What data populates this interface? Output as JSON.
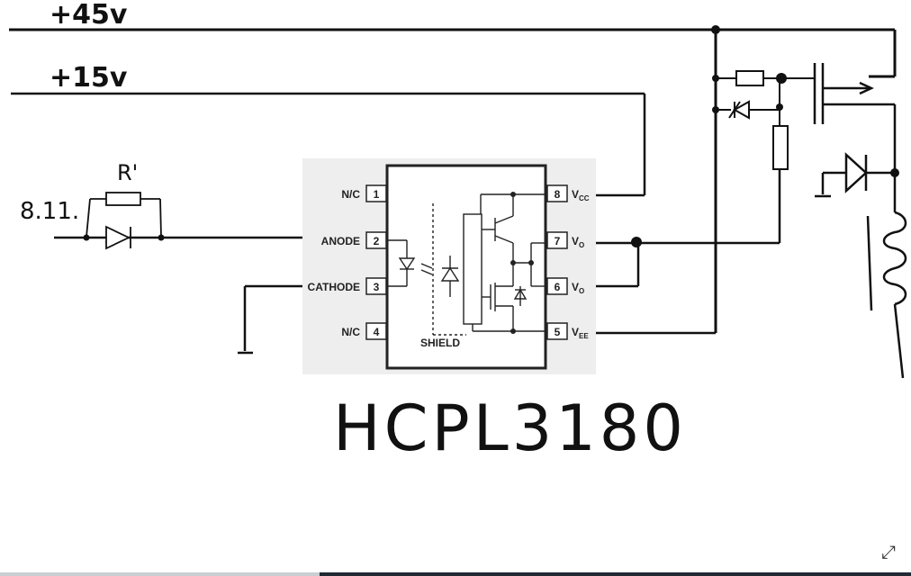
{
  "rails": {
    "plus45": "+45v",
    "plus15": "+15v"
  },
  "input": {
    "node_label": "8.11.",
    "resistor_label": "R'"
  },
  "ic": {
    "part_name": "HCPL3180",
    "shield_label": "SHIELD",
    "left_pins": [
      {
        "name": "N/C",
        "num": "1"
      },
      {
        "name": "ANODE",
        "num": "2"
      },
      {
        "name": "CATHODE",
        "num": "3"
      },
      {
        "name": "N/C",
        "num": "4"
      }
    ],
    "right_pins": [
      {
        "num": "8",
        "name": "V",
        "sub": "CC"
      },
      {
        "num": "7",
        "name": "V",
        "sub": "O"
      },
      {
        "num": "6",
        "name": "V",
        "sub": "O"
      },
      {
        "num": "5",
        "name": "V",
        "sub": "EE"
      }
    ]
  },
  "controls": {
    "expand_icon": "expand-icon"
  }
}
